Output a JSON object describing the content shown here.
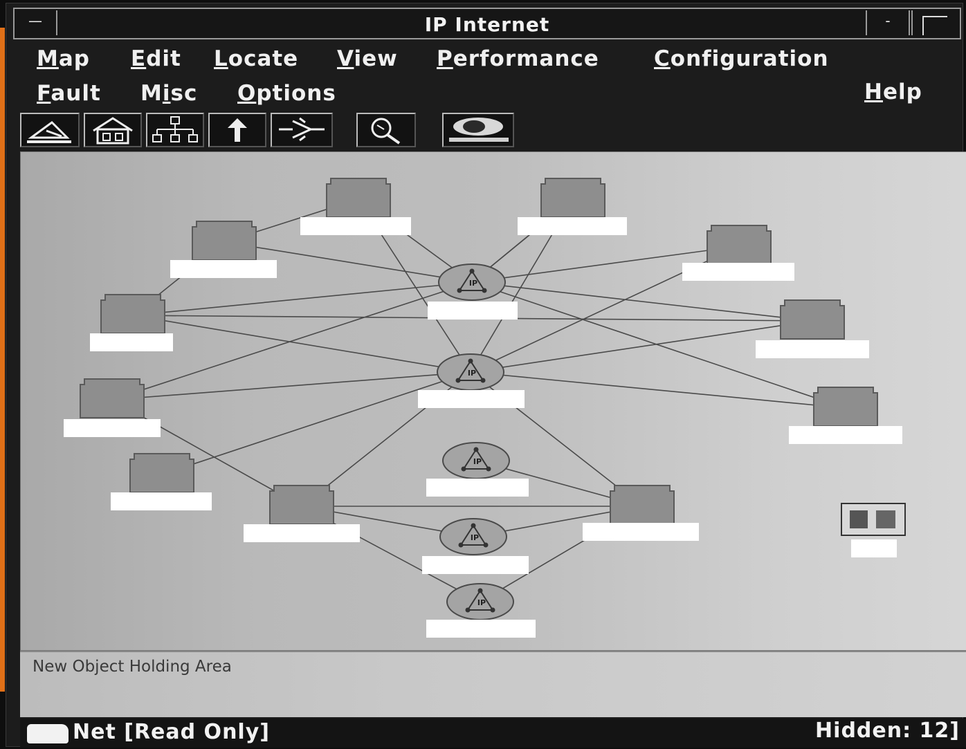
{
  "window": {
    "title": "IP Internet",
    "system_menu_glyph": "—",
    "minimize_glyph": "-"
  },
  "menubar": {
    "row1": [
      {
        "mn": "M",
        "rest": "ap"
      },
      {
        "mn": "E",
        "rest": "dit"
      },
      {
        "mn": "L",
        "rest": "ocate"
      },
      {
        "mn": "V",
        "rest": "iew"
      },
      {
        "mn": "P",
        "rest": "erformance"
      },
      {
        "mn": "C",
        "rest": "onfiguration"
      }
    ],
    "row2": [
      {
        "mn": "F",
        "rest": "ault"
      },
      {
        "pre": "M",
        "mn": "i",
        "rest": "sc"
      },
      {
        "mn": "O",
        "rest": "ptions"
      }
    ],
    "help": {
      "mn": "H",
      "rest": "elp"
    }
  },
  "toolbar": {
    "tools": [
      {
        "icon": "close-map-icon"
      },
      {
        "icon": "home-map-icon"
      },
      {
        "icon": "root-hierarchy-icon"
      },
      {
        "icon": "parent-up-arrow-icon"
      },
      {
        "icon": "quick-navigator-icon"
      },
      {
        "icon": "zoom-magnifier-icon"
      },
      {
        "icon": "hp-openview-logo-icon"
      }
    ]
  },
  "map": {
    "hub_label": "IP",
    "node_labels": [
      "",
      "",
      "",
      "",
      "",
      "",
      "",
      "",
      "",
      "",
      "",
      "",
      "",
      "",
      "",
      "",
      "",
      "",
      ""
    ]
  },
  "holding_area": {
    "label": "New Object Holding Area"
  },
  "status": {
    "text": "Net [Read Only]",
    "hidden": "Hidden: 12]"
  }
}
